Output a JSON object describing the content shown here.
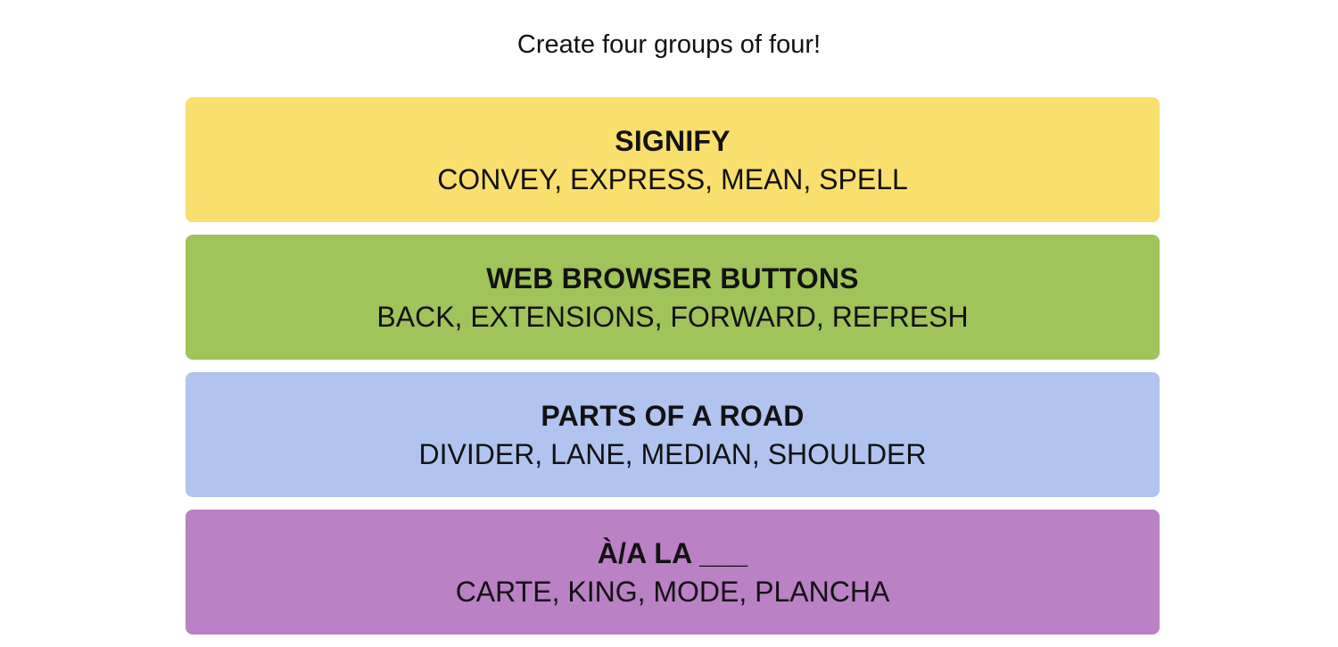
{
  "instructions": "Create four groups of four!",
  "groups": [
    {
      "title": "SIGNIFY",
      "members": "CONVEY, EXPRESS, MEAN, SPELL",
      "color": "#f9df6d"
    },
    {
      "title": "WEB BROWSER BUTTONS",
      "members": "BACK, EXTENSIONS, FORWARD, REFRESH",
      "color": "#a0c35a"
    },
    {
      "title": "PARTS OF A ROAD",
      "members": "DIVIDER, LANE, MEDIAN, SHOULDER",
      "color": "#b0c4ef"
    },
    {
      "title": "À/A LA ___",
      "members": "CARTE, KING, MODE, PLANCHA",
      "color": "#ba81c5"
    }
  ]
}
